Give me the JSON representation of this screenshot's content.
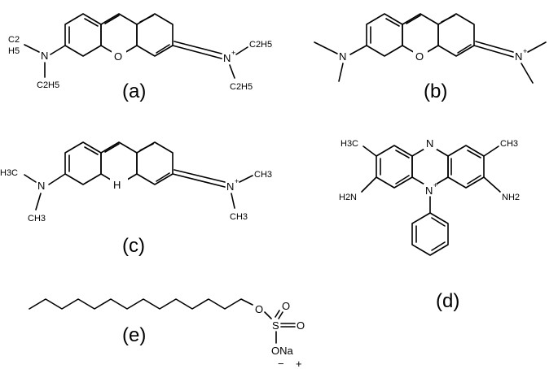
{
  "captions": {
    "a": "(a)",
    "b": "(b)",
    "c": "(c)",
    "d": "(d)",
    "e": "(e)"
  },
  "labels": {
    "c2": "C2",
    "h5": "H5",
    "c2h5": "C2H5",
    "n": "N",
    "nplus": "N",
    "plus": "+",
    "o": "O",
    "h": "H",
    "h3c": "H3C",
    "ch3": "CH3",
    "h2n": "H2N",
    "nh2": "NH2",
    "s": "S",
    "ona": "ONa",
    "minus": "−"
  }
}
